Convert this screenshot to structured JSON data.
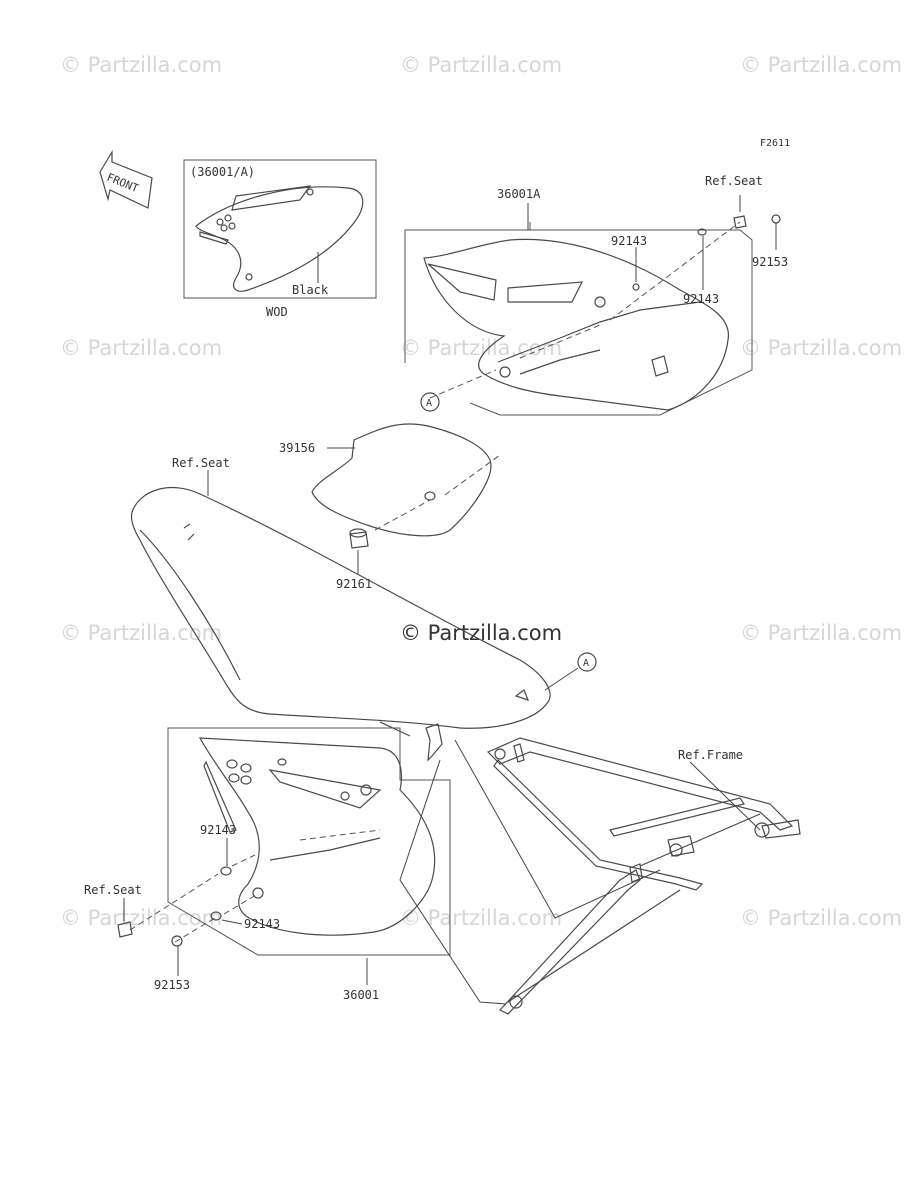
{
  "figure_code": "F2611",
  "front_label": "FRONT",
  "inset": {
    "title": "(36001/A)",
    "color_note": "Black",
    "caption": "WOD"
  },
  "parts": {
    "p36001A": "36001A",
    "p36001": "36001",
    "p39156": "39156",
    "p92161": "92161",
    "p92143_a": "92143",
    "p92143_b": "92143",
    "p92143_c": "92143",
    "p92143_d": "92143",
    "p92153_a": "92153",
    "p92153_b": "92153"
  },
  "refs": {
    "seat_top": "Ref.Seat",
    "seat_mid": "Ref.Seat",
    "seat_left": "Ref.Seat",
    "frame": "Ref.Frame"
  },
  "markers": {
    "a1": "A",
    "a2": "A"
  },
  "watermark": "© Partzilla.com"
}
